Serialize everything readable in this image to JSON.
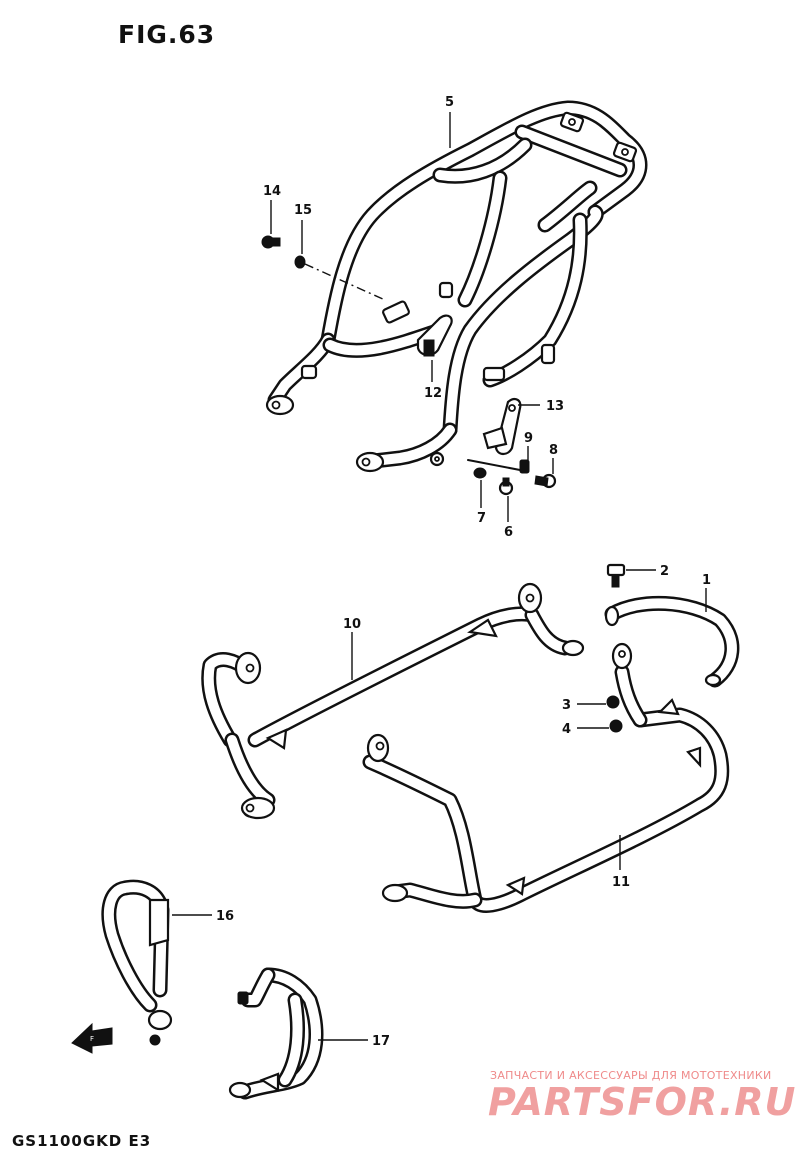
{
  "figure": {
    "title": "FIG.63",
    "model_code": "GS1100GKD E3"
  },
  "callouts": [
    {
      "id": "5",
      "label": "5"
    },
    {
      "id": "14",
      "label": "14"
    },
    {
      "id": "15",
      "label": "15"
    },
    {
      "id": "12",
      "label": "12"
    },
    {
      "id": "13",
      "label": "13"
    },
    {
      "id": "9",
      "label": "9"
    },
    {
      "id": "8",
      "label": "8"
    },
    {
      "id": "7",
      "label": "7"
    },
    {
      "id": "6",
      "label": "6"
    },
    {
      "id": "2",
      "label": "2"
    },
    {
      "id": "1",
      "label": "1"
    },
    {
      "id": "10",
      "label": "10"
    },
    {
      "id": "3",
      "label": "3"
    },
    {
      "id": "4",
      "label": "4"
    },
    {
      "id": "11",
      "label": "11"
    },
    {
      "id": "16",
      "label": "16"
    },
    {
      "id": "17",
      "label": "17"
    }
  ],
  "watermark": {
    "tagline": "ЗАПЧАСТИ И АКСЕССУАРЫ ДЛЯ МОТОТЕХНИКИ",
    "brand": "PARTSFOR.RU",
    "color": "#f0a0a0"
  },
  "icons": {
    "direction_arrow": "front-direction-arrow-icon"
  },
  "colors": {
    "line": "#111111",
    "background": "#ffffff"
  }
}
